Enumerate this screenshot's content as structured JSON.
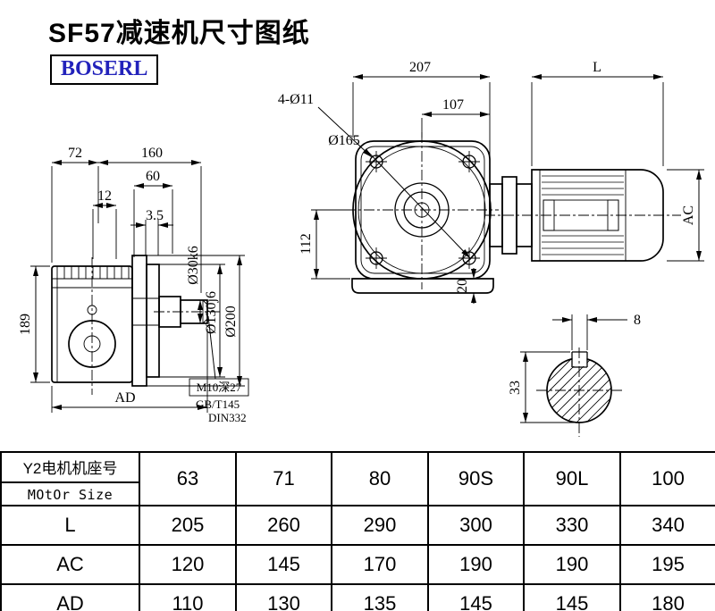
{
  "title": "SF57减速机尺寸图纸",
  "logo": "BOSERL",
  "drawing": {
    "side_view": {
      "dim_72": "72",
      "dim_160": "160",
      "dim_60": "60",
      "dim_12": "12",
      "dim_3_5": "3.5",
      "dim_189": "189",
      "dim_ad": "AD",
      "dia_shaft": "Ø30k6",
      "dia_pilot": "Ø130j6",
      "dia_flange": "Ø200",
      "note_tap": "M10深27",
      "note_gb": "GB/T145",
      "note_din": "DIN332"
    },
    "front_view": {
      "dim_207": "207",
      "dim_l": "L",
      "dim_107": "107",
      "dim_holes": "4-Ø11",
      "dia_spigot": "Ø165",
      "dim_112": "112",
      "dim_20": "20",
      "dim_ac": "AC"
    },
    "shaft_section": {
      "dim_8": "8",
      "dim_33": "33"
    }
  },
  "table": {
    "header": {
      "line1": "Y2电机机座号",
      "line2": "MOtOr Size"
    },
    "motor_sizes": [
      "63",
      "71",
      "80",
      "90S",
      "90L",
      "100"
    ],
    "rows": [
      {
        "label": "L",
        "values": [
          "205",
          "260",
          "290",
          "300",
          "330",
          "340"
        ]
      },
      {
        "label": "AC",
        "values": [
          "120",
          "145",
          "170",
          "190",
          "190",
          "195"
        ]
      },
      {
        "label": "AD",
        "values": [
          "110",
          "130",
          "135",
          "145",
          "145",
          "180"
        ]
      }
    ]
  }
}
